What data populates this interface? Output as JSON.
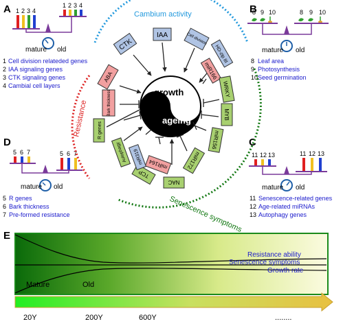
{
  "panels": {
    "A": {
      "letter": "A",
      "left_nums": [
        "1",
        "2",
        "3",
        "4"
      ],
      "right_nums": [
        "1",
        "2",
        "3",
        "4"
      ],
      "mature_label": "mature",
      "old_label": "old",
      "legend": [
        {
          "num": "1",
          "text": "Cell division relateded genes"
        },
        {
          "num": "2",
          "text": "IAA signaling genes"
        },
        {
          "num": "3",
          "text": "CTK signaling genes"
        },
        {
          "num": "4",
          "text": "Cambial cell layers"
        }
      ]
    },
    "B": {
      "letter": "B",
      "left_nums": [
        "8",
        "9",
        "10"
      ],
      "right_nums": [
        "8",
        "9",
        "10"
      ],
      "mature_label": "mature",
      "old_label": "old",
      "legend": [
        {
          "num": "8",
          "text": "Leaf area"
        },
        {
          "num": "9",
          "text": "Photosynthesis"
        },
        {
          "num": "10",
          "text": "Seed germination"
        }
      ]
    },
    "C": {
      "letter": "C",
      "left_nums": [
        "11",
        "12",
        "13"
      ],
      "right_nums": [
        "11",
        "12",
        "13"
      ],
      "mature_label": "mature",
      "old_label": "old",
      "legend": [
        {
          "num": "11",
          "text": "Senescence-related genes"
        },
        {
          "num": "12",
          "text": "Age-related miRNAs"
        },
        {
          "num": "13",
          "text": "Autophagy genes"
        }
      ]
    },
    "D": {
      "letter": "D",
      "left_nums": [
        "5",
        "6",
        "7"
      ],
      "right_nums": [
        "5",
        "6",
        "7"
      ],
      "mature_label": "mature",
      "old_label": "old",
      "legend": [
        {
          "num": "5",
          "text": "R genes"
        },
        {
          "num": "6",
          "text": "Bark thickness"
        },
        {
          "num": "7",
          "text": "Pre-formed resistance"
        }
      ]
    }
  },
  "center": {
    "arc_cambium": "Cambium activity",
    "arc_resistance": "Resistance",
    "arc_senescence": "Senescence symptoms",
    "yin_growth": "growth",
    "yin_ageing": "ageing",
    "factors": {
      "ctk": "CTK",
      "iaa": "IAA",
      "cell_division": "Cell division",
      "hd_zip": "HD-zip III",
      "mir166": "miR166",
      "wrky": "WRKY",
      "myb": "MYB",
      "mir156": "miR156",
      "mir172": "miR172",
      "nac": "NAC",
      "mir164": "miR164",
      "tcp": "TCP",
      "mir319": "miR319",
      "autophagy": "Autophagy",
      "r_genes": "R genes",
      "bark_thickness": "Bark thickness",
      "aba": "ABA"
    }
  },
  "panel_E": {
    "letter": "E",
    "curves": [
      "Resistance ability",
      "Senescence symptoms",
      "Growth rate"
    ],
    "stage_mature": "Mature",
    "stage_old": "Old",
    "ages": [
      "20Y",
      "200Y",
      "600Y",
      "........"
    ]
  },
  "colors": {
    "cambium_arc": "#2299dd",
    "resistance_arc": "#dd2222",
    "senescence_arc": "#117711",
    "pink_box": "#f2a0a0",
    "green_box": "#a8d070",
    "blue_box": "#b0c4e4",
    "legend_text": "#1a1acc",
    "balance_purple": "#7a3a9a"
  }
}
